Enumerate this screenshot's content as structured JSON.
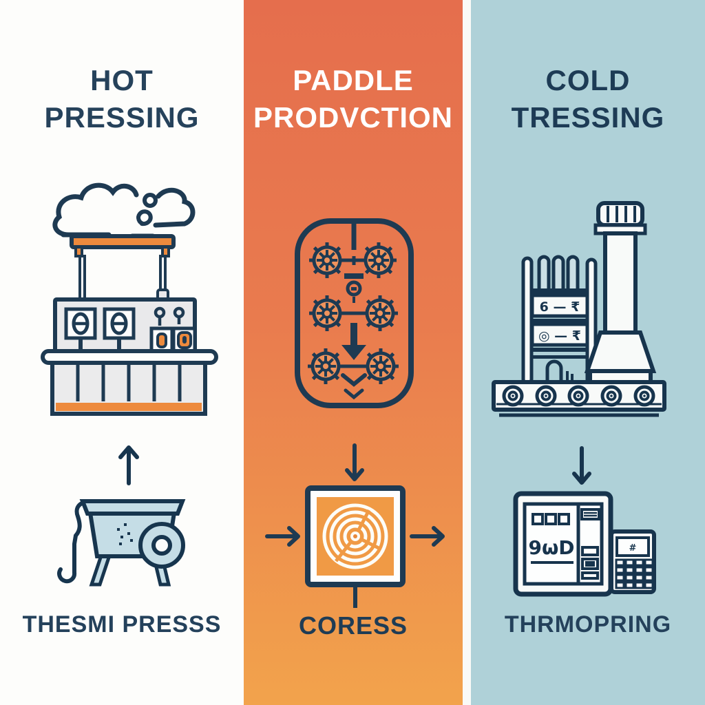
{
  "figure": {
    "panels": [
      {
        "id": "hot-pressing",
        "title_line1": "HOT",
        "title_line2": "PRESSING",
        "caption": "THESMI PRESSS"
      },
      {
        "id": "paddle-production",
        "title_line1": "PADDLE",
        "title_line2": "PRODVCTION",
        "caption": "CORESS"
      },
      {
        "id": "cold-tressing",
        "title_line1": "COLD",
        "title_line2": "TRESSING",
        "caption": "THRMOPRING"
      }
    ],
    "machine_text": {
      "tower_panel_top": "6 — ₹",
      "tower_panel_bottom": "◎ — ₹",
      "monitor_display": "9ωD",
      "calculator_display": "#"
    },
    "colors": {
      "navy": "#1E3A52",
      "orange_accent": "#ED8A3D",
      "panel_left_bg": "#FDFDFB",
      "panel_mid_gradient_top": "#E56E4D",
      "panel_mid_gradient_bottom": "#F2A34C",
      "panel_right_bg": "#AFD1D8",
      "machine_grey": "#E9E9EB",
      "machine_blue": "#C5DDE6",
      "machine_white": "#F8FAF9",
      "mid_title_color": "#FFFFFF"
    },
    "icons": [
      "steam-cloud-icon",
      "hot-press-machine-icon",
      "up-arrow-icon",
      "grinder-hopper-icon",
      "gear-column-icon",
      "down-arrow-icon",
      "coil-plate-icon",
      "arrow-in-left-icon",
      "arrow-out-right-icon",
      "cooling-tower-icon",
      "conveyor-icon",
      "monitor-icon",
      "calculator-icon"
    ]
  }
}
